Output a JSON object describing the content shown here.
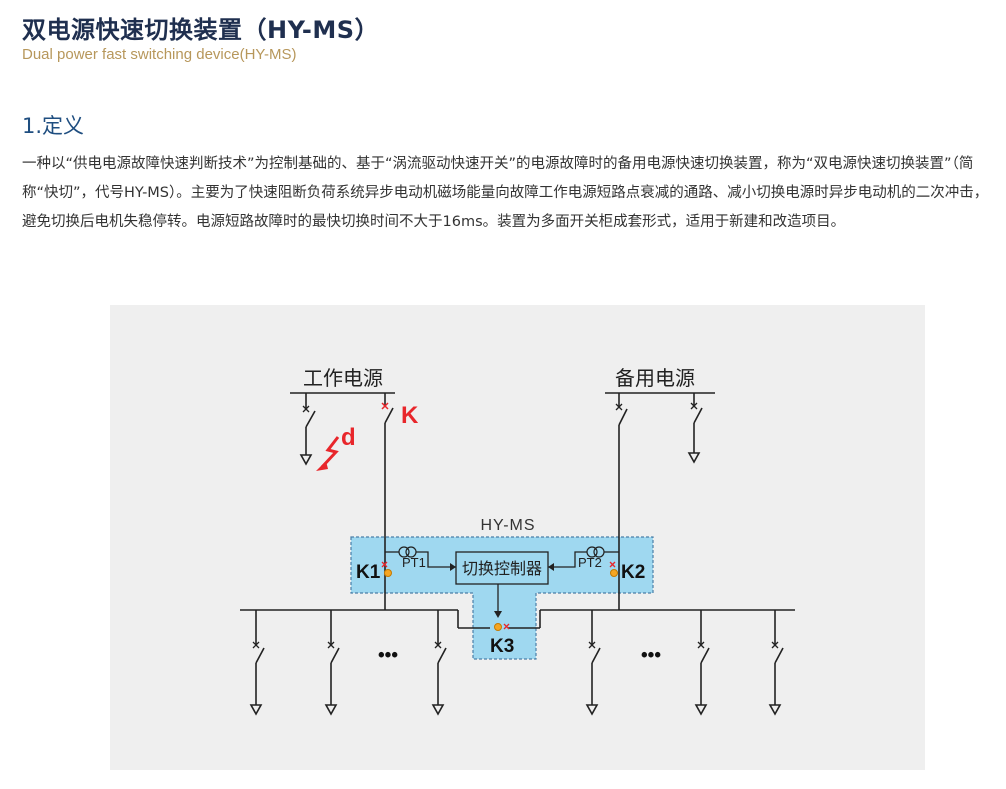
{
  "header": {
    "title": "双电源快速切换装置（HY-MS）",
    "subtitle": "Dual power fast switching device(HY-MS)"
  },
  "section": {
    "heading": "1.定义",
    "paragraph": "一种以“供电电源故障快速判断技术”为控制基础的、基于“涡流驱动快速开关”的电源故障时的备用电源快速切换装置，称为“双电源快速切换装置”（简称“快切”，代号HY-MS）。主要为了快速阻断负荷系统异步电动机磁场能量向故障工作电源短路点衰减的通路、减小切换电源时异步电动机的二次冲击，避免切换后电机失稳停转。电源短路故障时的最快切换时间不大于16ms。装置为多面开关柜成套形式，适用于新建和改造项目。"
  },
  "diagram": {
    "labels": {
      "work_source": "工作电源",
      "backup_source": "备用电源",
      "fault_k": "K",
      "fault_d": "d",
      "device": "HY-MS",
      "controller": "切换控制器",
      "pt1": "PT1",
      "pt2": "PT2",
      "k1": "K1",
      "k2": "K2",
      "k3": "K3",
      "ellipsis_left": "•••",
      "ellipsis_right": "•••"
    },
    "colors": {
      "device_fill": "#9fd8f0",
      "device_border": "#4a7fa8",
      "fault_red": "#e8262b",
      "breaker_orange": "#f5a623",
      "line": "#222222",
      "panel_bg": "#efefef"
    }
  }
}
